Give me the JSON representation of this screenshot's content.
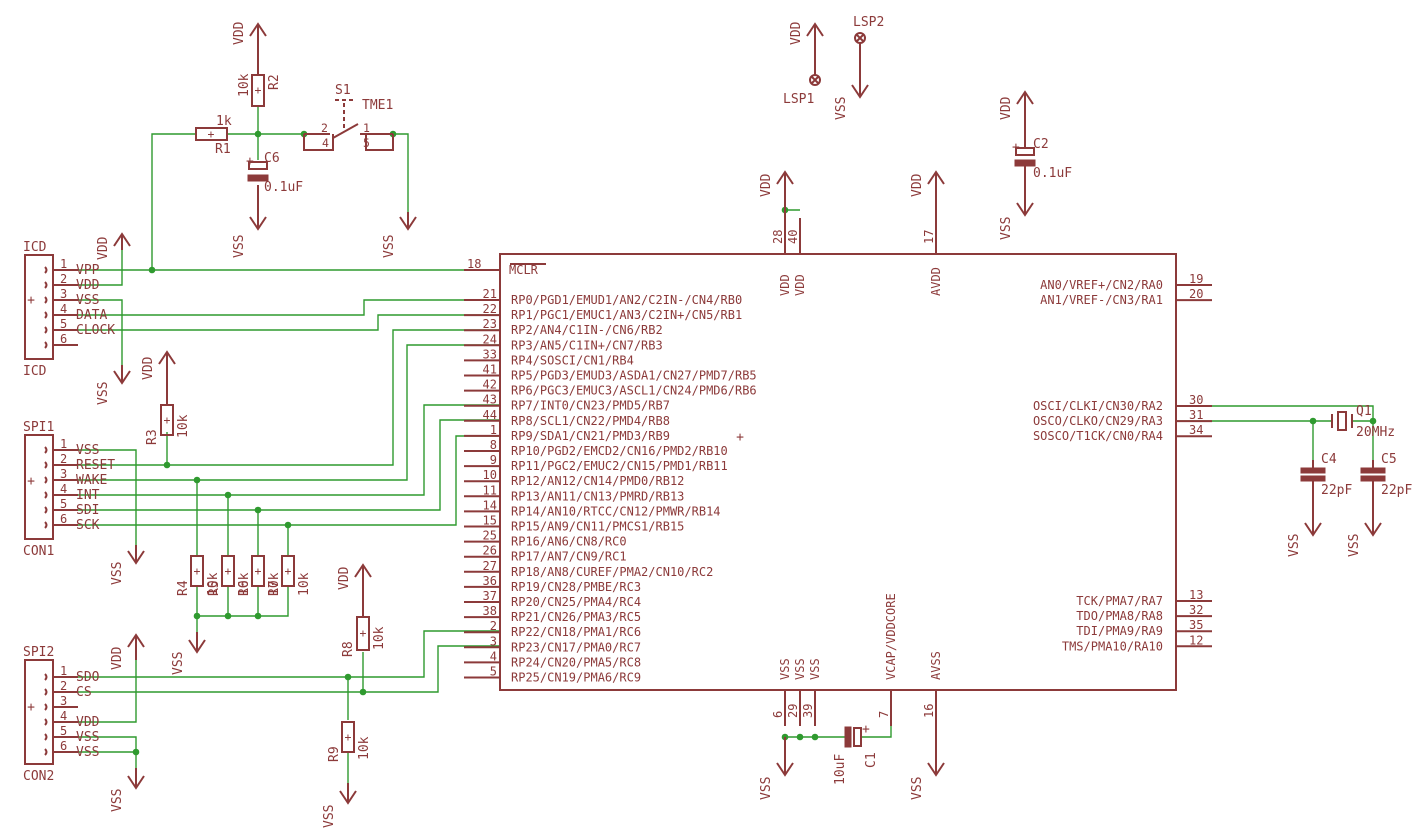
{
  "mcu": {
    "mclr": {
      "num": "18",
      "label": "MCLR"
    },
    "left_pins": [
      {
        "num": "21",
        "label": "RP0/PGD1/EMUD1/AN2/C2IN-/CN4/RB0"
      },
      {
        "num": "22",
        "label": "RP1/PGC1/EMUC1/AN3/C2IN+/CN5/RB1"
      },
      {
        "num": "23",
        "label": "RP2/AN4/C1IN-/CN6/RB2"
      },
      {
        "num": "24",
        "label": "RP3/AN5/C1IN+/CN7/RB3"
      },
      {
        "num": "33",
        "label": "RP4/SOSCI/CN1/RB4"
      },
      {
        "num": "41",
        "label": "RP5/PGD3/EMUD3/ASDA1/CN27/PMD7/RB5"
      },
      {
        "num": "42",
        "label": "RP6/PGC3/EMUC3/ASCL1/CN24/PMD6/RB6"
      },
      {
        "num": "43",
        "label": "RP7/INT0/CN23/PMD5/RB7"
      },
      {
        "num": "44",
        "label": "RP8/SCL1/CN22/PMD4/RB8"
      },
      {
        "num": "1",
        "label": "RP9/SDA1/CN21/PMD3/RB9"
      },
      {
        "num": "8",
        "label": "RP10/PGD2/EMCD2/CN16/PMD2/RB10"
      },
      {
        "num": "9",
        "label": "RP11/PGC2/EMUC2/CN15/PMD1/RB11"
      },
      {
        "num": "10",
        "label": "RP12/AN12/CN14/PMD0/RB12"
      },
      {
        "num": "11",
        "label": "RP13/AN11/CN13/PMRD/RB13"
      },
      {
        "num": "14",
        "label": "RP14/AN10/RTCC/CN12/PMWR/RB14"
      },
      {
        "num": "15",
        "label": "RP15/AN9/CN11/PMCS1/RB15"
      },
      {
        "num": "25",
        "label": "RP16/AN6/CN8/RC0"
      },
      {
        "num": "26",
        "label": "RP17/AN7/CN9/RC1"
      },
      {
        "num": "27",
        "label": "RP18/AN8/CUREF/PMA2/CN10/RC2"
      },
      {
        "num": "36",
        "label": "RP19/CN28/PMBE/RC3"
      },
      {
        "num": "37",
        "label": "RP20/CN25/PMA4/RC4"
      },
      {
        "num": "38",
        "label": "RP21/CN26/PMA3/RC5"
      },
      {
        "num": "2",
        "label": "RP22/CN18/PMA1/RC6"
      },
      {
        "num": "3",
        "label": "RP23/CN17/PMA0/RC7"
      },
      {
        "num": "4",
        "label": "RP24/CN20/PMA5/RC8"
      },
      {
        "num": "5",
        "label": "RP25/CN19/PMA6/RC9"
      }
    ],
    "right_pins_top": [
      {
        "num": "19",
        "label": "AN0/VREF+/CN2/RA0"
      },
      {
        "num": "20",
        "label": "AN1/VREF-/CN3/RA1"
      }
    ],
    "right_pins_osc": [
      {
        "num": "30",
        "label": "OSCI/CLKI/CN30/RA2"
      },
      {
        "num": "31",
        "label": "OSCO/CLKO/CN29/RA3"
      },
      {
        "num": "34",
        "label": "SOSCO/T1CK/CN0/RA4"
      }
    ],
    "right_pins_jtag": [
      {
        "num": "13",
        "label": "TCK/PMA7/RA7"
      },
      {
        "num": "32",
        "label": "TDO/PMA8/RA8"
      },
      {
        "num": "35",
        "label": "TDI/PMA9/RA9"
      },
      {
        "num": "12",
        "label": "TMS/PMA10/RA10"
      }
    ],
    "top_pins": [
      {
        "num": "28",
        "label": "VDD"
      },
      {
        "num": "40",
        "label": "VDD"
      },
      {
        "num": "17",
        "label": "AVDD"
      }
    ],
    "bottom_pins": [
      {
        "num": "6",
        "label": "VSS"
      },
      {
        "num": "29",
        "label": "VSS"
      },
      {
        "num": "39",
        "label": "VSS"
      },
      {
        "num": "7",
        "label": "VCAP/VDDCORE"
      },
      {
        "num": "16",
        "label": "AVSS"
      }
    ]
  },
  "connectors": {
    "icd": {
      "name": "ICD",
      "value": "ICD",
      "pins": [
        {
          "num": "1",
          "label": "VPP"
        },
        {
          "num": "2",
          "label": "VDD"
        },
        {
          "num": "3",
          "label": "VSS"
        },
        {
          "num": "4",
          "label": "DATA"
        },
        {
          "num": "5",
          "label": "CLOCK"
        },
        {
          "num": "6",
          "label": ""
        }
      ]
    },
    "spi1": {
      "name": "SPI1",
      "value": "CON1",
      "pins": [
        {
          "num": "1",
          "label": "VSS"
        },
        {
          "num": "2",
          "label": "RESET"
        },
        {
          "num": "3",
          "label": "WAKE"
        },
        {
          "num": "4",
          "label": "INT"
        },
        {
          "num": "5",
          "label": "SDI"
        },
        {
          "num": "6",
          "label": "SCK"
        }
      ]
    },
    "spi2": {
      "name": "SPI2",
      "value": "CON2",
      "pins": [
        {
          "num": "1",
          "label": "SDO"
        },
        {
          "num": "2",
          "label": "CS"
        },
        {
          "num": "3",
          "label": ""
        },
        {
          "num": "4",
          "label": "VDD"
        },
        {
          "num": "5",
          "label": "VSS"
        },
        {
          "num": "6",
          "label": "VSS"
        }
      ]
    }
  },
  "components": {
    "r1": {
      "name": "R1",
      "value": "1k"
    },
    "r2": {
      "name": "R2",
      "value": "10k"
    },
    "r3": {
      "name": "R3",
      "value": "10k"
    },
    "r4": {
      "name": "R4",
      "value": "10k"
    },
    "r5": {
      "name": "R5",
      "value": "10k"
    },
    "r6": {
      "name": "R6",
      "value": "10k"
    },
    "r7": {
      "name": "R7",
      "value": "10k"
    },
    "r8": {
      "name": "R8",
      "value": "10k"
    },
    "r9": {
      "name": "R9",
      "value": "10k"
    },
    "c1": {
      "name": "C1",
      "value": "10uF"
    },
    "c2": {
      "name": "C2",
      "value": "0.1uF"
    },
    "c4": {
      "name": "C4",
      "value": "22pF"
    },
    "c5": {
      "name": "C5",
      "value": "22pF"
    },
    "c6": {
      "name": "C6",
      "value": "0.1uF"
    },
    "q1": {
      "name": "Q1",
      "value": "20MHz"
    },
    "s1": {
      "name": "S1",
      "value": "TME1",
      "pins": [
        "1",
        "2",
        "4",
        "5"
      ]
    },
    "lsp1": {
      "name": "LSP1"
    },
    "lsp2": {
      "name": "LSP2"
    }
  },
  "supply": {
    "vdd": "VDD",
    "vss": "VSS"
  },
  "colors": {
    "part": "#8c3a3a",
    "wire": "#2f9a2f",
    "background": "#ffffff"
  }
}
